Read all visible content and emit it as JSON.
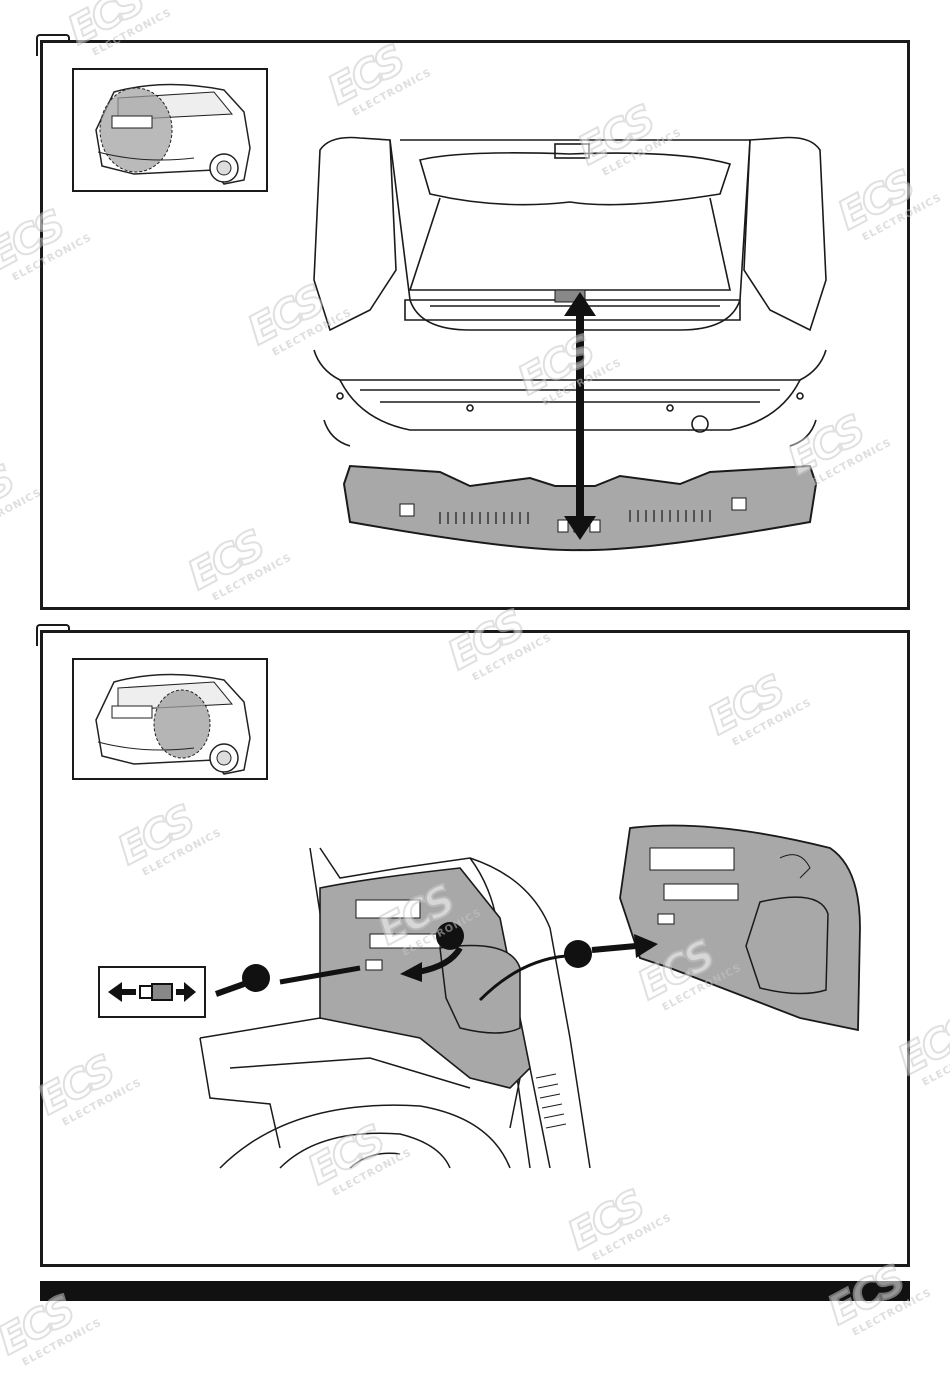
{
  "watermark": {
    "logo": "ECS",
    "sub": "ELECTRONICS"
  },
  "steps": [
    {
      "id": 1,
      "number": ""
    },
    {
      "id": 2,
      "number": ""
    }
  ],
  "icons": {
    "step1_thumbnail": "car-rear-thumbnail-icon",
    "step2_thumbnail": "car-rear-side-thumbnail-icon",
    "connector": "connector-disconnect-icon"
  },
  "colors": {
    "line": "#1a1a1a",
    "panel_fill": "#a8a8a8",
    "watermark": "#c8c8c8"
  }
}
